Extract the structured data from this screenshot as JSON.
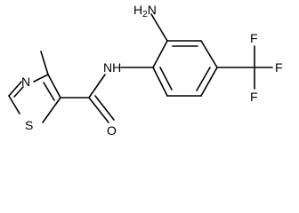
{
  "molecule": {
    "atoms": {
      "nh2": {
        "main": "H",
        "sub": "2",
        "tail": "N"
      },
      "nh": "NH",
      "n_ring": "N",
      "s_ring": "S",
      "o": "O",
      "f_top": "F",
      "f_right": "F",
      "f_bottom": "F"
    }
  }
}
